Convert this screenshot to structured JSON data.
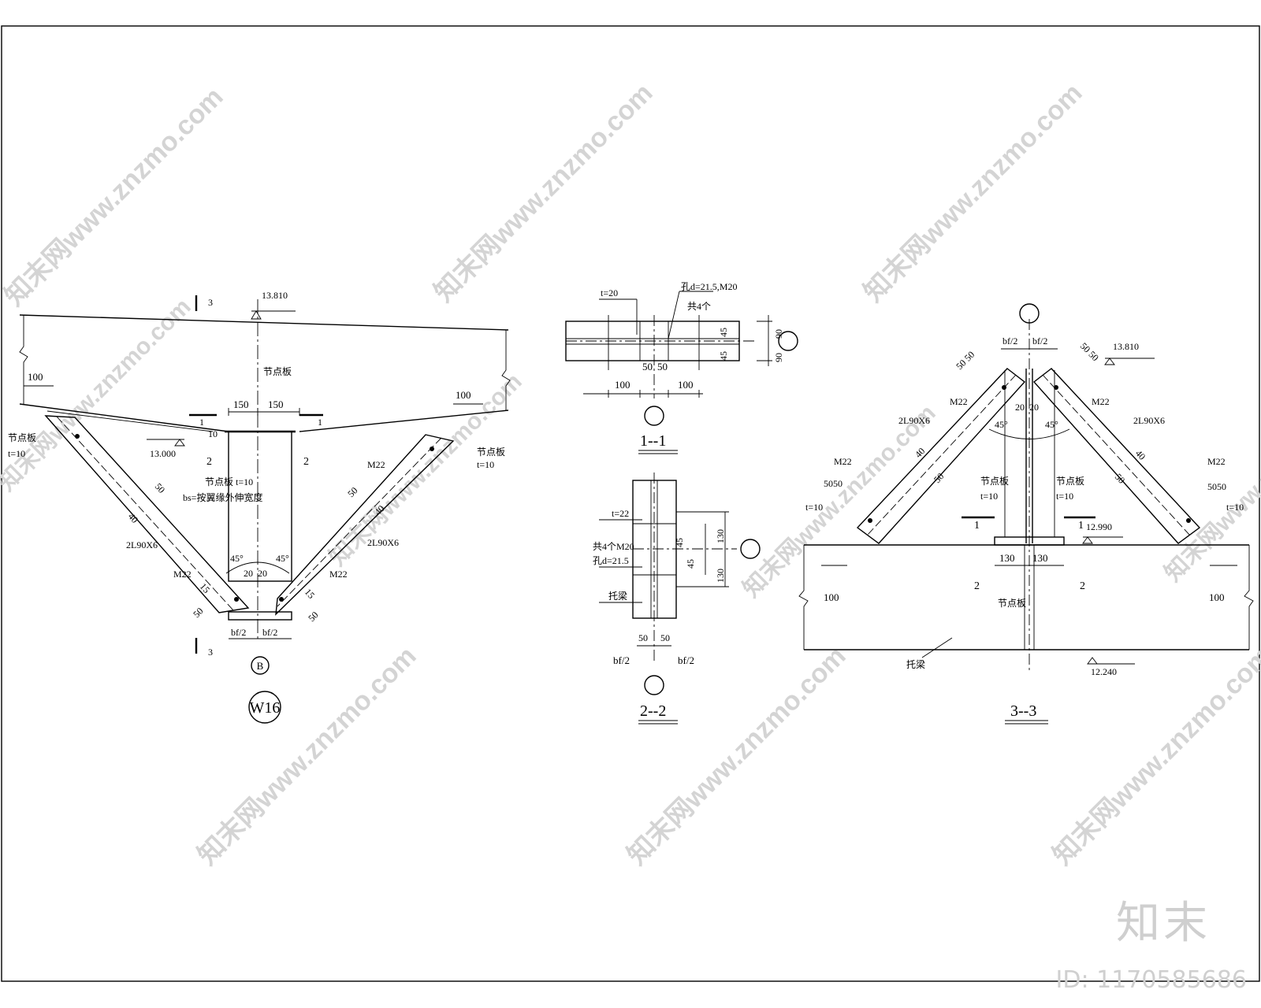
{
  "watermark": {
    "text": "知末网www.znzmo.com",
    "brand": "知末",
    "id_label": "ID: 1170585686"
  },
  "view_w16": {
    "title": "W16",
    "axis_label": "B",
    "section_marks": [
      "3",
      "3",
      "1",
      "1",
      "2",
      "2"
    ],
    "elevation_top": "13.810",
    "elevation_left": "13.000",
    "labels": {
      "gusset_top": "节点板",
      "gusset_plate": "节点板 t=10",
      "gusset_width": "bs=按翼缘外伸宽度",
      "left_gusset": "节点板",
      "left_t": "t=10",
      "right_gusset": "节点板",
      "right_t": "t=10",
      "member_left": "2L90X6",
      "member_right": "2L90X6",
      "bolt_left": "M22",
      "bolt_right": "M22",
      "bolt_right_upper": "M22"
    },
    "dims": [
      "100",
      "100",
      "150",
      "150",
      "20",
      "20",
      "45°",
      "45°",
      "40",
      "50",
      "40",
      "50",
      "15",
      "15",
      "50",
      "50",
      "bf/2",
      "bf/2",
      "10"
    ]
  },
  "view_11": {
    "title": "1--1",
    "labels": {
      "plate": "t=20",
      "hole": "孔d=21.5,M20",
      "bolts": "共4个"
    },
    "dims": [
      "100",
      "50",
      "50",
      "100",
      "45",
      "45",
      "90",
      "90"
    ]
  },
  "view_22": {
    "title": "2--2",
    "labels": {
      "plate": "t=22",
      "bolts": "共4个M20",
      "hole": "孔d=21.5",
      "beam": "托梁"
    },
    "dims": [
      "130",
      "45",
      "45",
      "130",
      "50",
      "50",
      "bf/2",
      "bf/2"
    ]
  },
  "view_33": {
    "title": "3--3",
    "elevation_top": "13.810",
    "elevation_mid": "12.990",
    "elevation_bottom": "12.240",
    "section_marks": [
      "1",
      "1",
      "2",
      "2"
    ],
    "labels": {
      "gusset_left": "节点板",
      "gusset_left_t": "t=10",
      "gusset_right": "节点板",
      "gusset_right_t": "t=10",
      "beam": "托梁",
      "stiffener": "节点板",
      "member_left": "2L90X6",
      "member_right": "2L90X6",
      "bolt_tl": "M22",
      "bolt_tr": "M22",
      "bolt_bl": "M22",
      "bolt_br": "M22",
      "t_left": "t=10",
      "t_right": "t=10"
    },
    "dims": [
      "bf/2",
      "bf/2",
      "50 50",
      "50 50",
      "20",
      "20",
      "45°",
      "45°",
      "130",
      "130",
      "100",
      "100",
      "40",
      "50",
      "40",
      "50",
      "5050",
      "5050"
    ]
  }
}
